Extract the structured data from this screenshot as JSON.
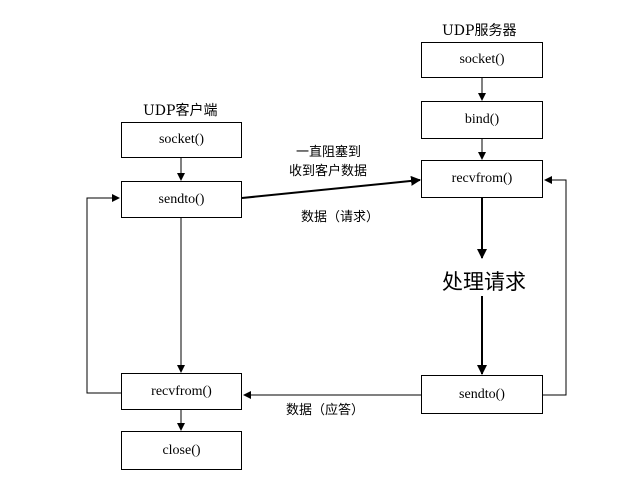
{
  "client": {
    "title": "UDP客户端",
    "socket": "socket()",
    "sendto": "sendto()",
    "recvfrom": "recvfrom()",
    "close": "close()"
  },
  "server": {
    "title": "UDP服务器",
    "socket": "socket()",
    "bind": "bind()",
    "recvfrom": "recvfrom()",
    "sendto": "sendto()"
  },
  "labels": {
    "block_line1": "一直阻塞到",
    "block_line2": "收到客户数据",
    "request_data": "数据（请求）",
    "process_request": "处理请求",
    "response_data": "数据（应答）"
  }
}
